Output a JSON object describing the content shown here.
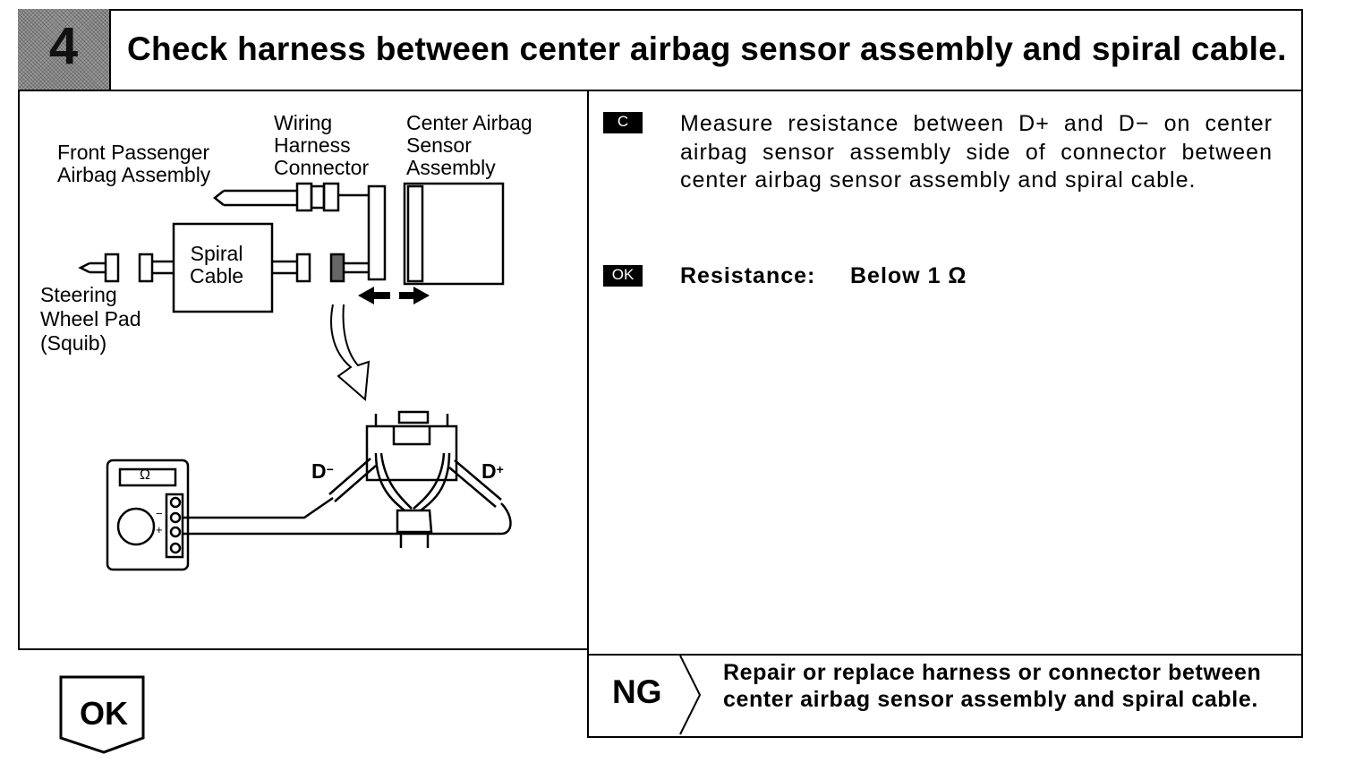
{
  "step_number": "4",
  "title": "Check harness between center airbag sensor assembly and spiral cable.",
  "diagram": {
    "labels": {
      "front_passenger": [
        "Front Passenger",
        "Airbag Assembly"
      ],
      "wiring_harness": [
        "Wiring",
        "Harness",
        "Connector"
      ],
      "center_sensor": [
        "Center Airbag",
        "Sensor",
        "Assembly"
      ],
      "spiral_cable": [
        "Spiral",
        "Cable"
      ],
      "steering_wheel": [
        "Steering",
        "Wheel Pad",
        "(Squib)"
      ],
      "d_minus": "D",
      "d_minus_sign": "−",
      "d_plus": "D",
      "d_plus_sign": "+",
      "ohm_symbol": "Ω",
      "meter_minus": "−",
      "meter_plus": "+"
    }
  },
  "instruction": {
    "tag": "C",
    "text": "Measure resistance between D+ and D− on center airbag sensor assembly side of connector between center airbag sensor assembly and spiral cable."
  },
  "spec": {
    "tag": "OK",
    "label": "Resistance:",
    "value": "Below 1 Ω"
  },
  "ng": {
    "label": "NG",
    "text": "Repair or replace harness or connector between center airbag sensor assembly and spiral cable."
  },
  "ok_badge": "OK"
}
